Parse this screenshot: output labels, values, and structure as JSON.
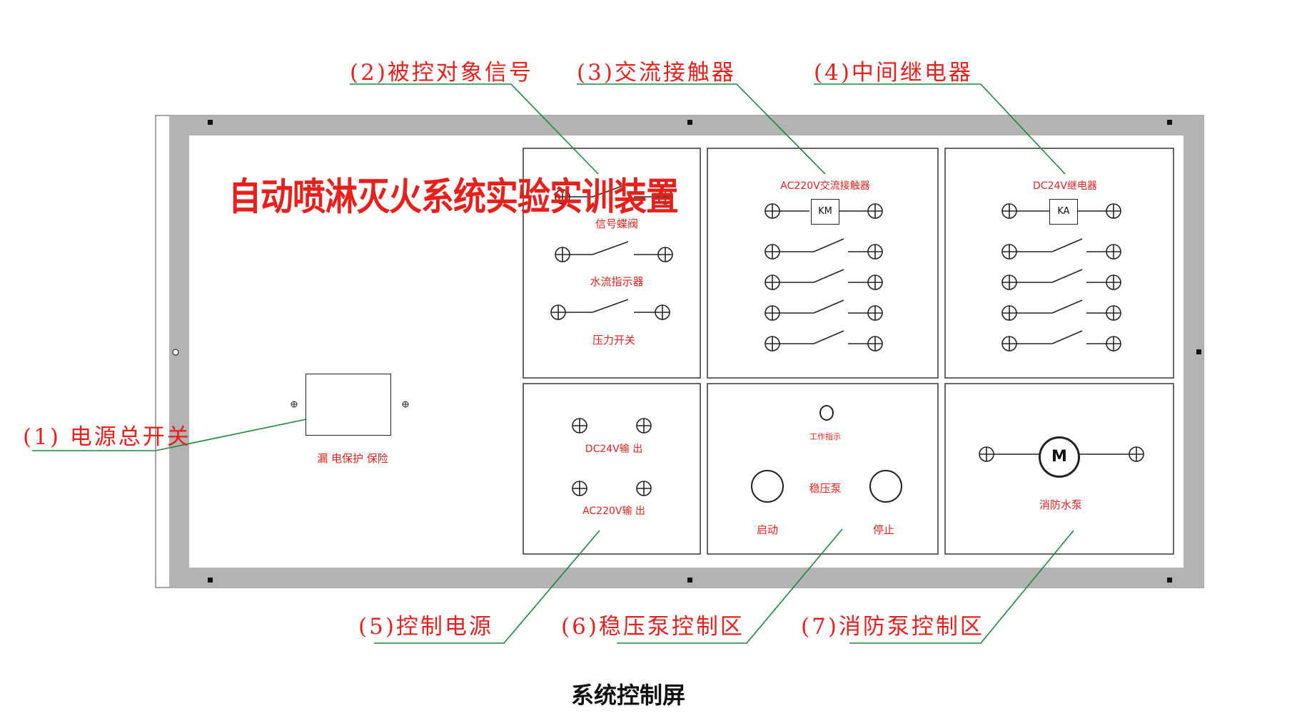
{
  "callouts": {
    "c1": "(1) 电源总开关",
    "c2": "(2)被控对象信号",
    "c3": "(3)交流接触器",
    "c4": "(4)中间继电器",
    "c5": "(5)控制电源",
    "c6": "(6)稳压泵控制区",
    "c7": "(7)消防泵控制区"
  },
  "panel": {
    "title": "自动喷淋灭火系统实验实训装置",
    "breaker_label": "漏 电保护 保险"
  },
  "signals": {
    "s1": "信号蝶阀",
    "s2": "水流指示器",
    "s3": "压力开关"
  },
  "contactor": {
    "title": "AC220V交流接触器",
    "coil": "KM"
  },
  "relay": {
    "title": "DC24V继电器",
    "coil": "KA"
  },
  "power": {
    "dc": "DC24V输  出",
    "ac": "AC220V输  出"
  },
  "pump": {
    "indicator": "工作指示",
    "title": "稳压泵",
    "start": "启动",
    "stop": "停止"
  },
  "fire_pump": {
    "motor": "M",
    "label": "消防水泵"
  },
  "caption": "系统控制屏",
  "colors": {
    "frame": "#b3b3b3",
    "label_red": "#e8201c",
    "leader_green": "#1a8a3a"
  }
}
